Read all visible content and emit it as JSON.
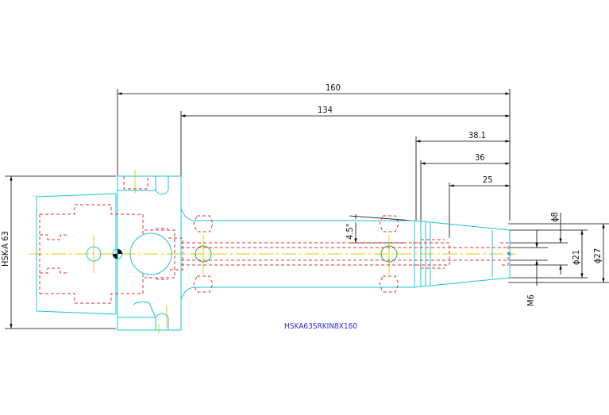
{
  "dimensions": {
    "overall_length": "160",
    "body_length": "134",
    "len_38": "38.1",
    "len_36": "36",
    "len_25": "25",
    "diameter_8": "ϕ8",
    "diameter_21": "ϕ21",
    "diameter_27": "ϕ27",
    "thread": "M6",
    "angle": "4.5°",
    "shank": "HSK-A 63"
  },
  "part_number": "HSKA63SRKIN8X160",
  "colors": {
    "outline": "#19c3d6",
    "hidden": "#e03030",
    "center": "#e0c800",
    "dimension": "#000000",
    "label": "#2a2ad0"
  }
}
